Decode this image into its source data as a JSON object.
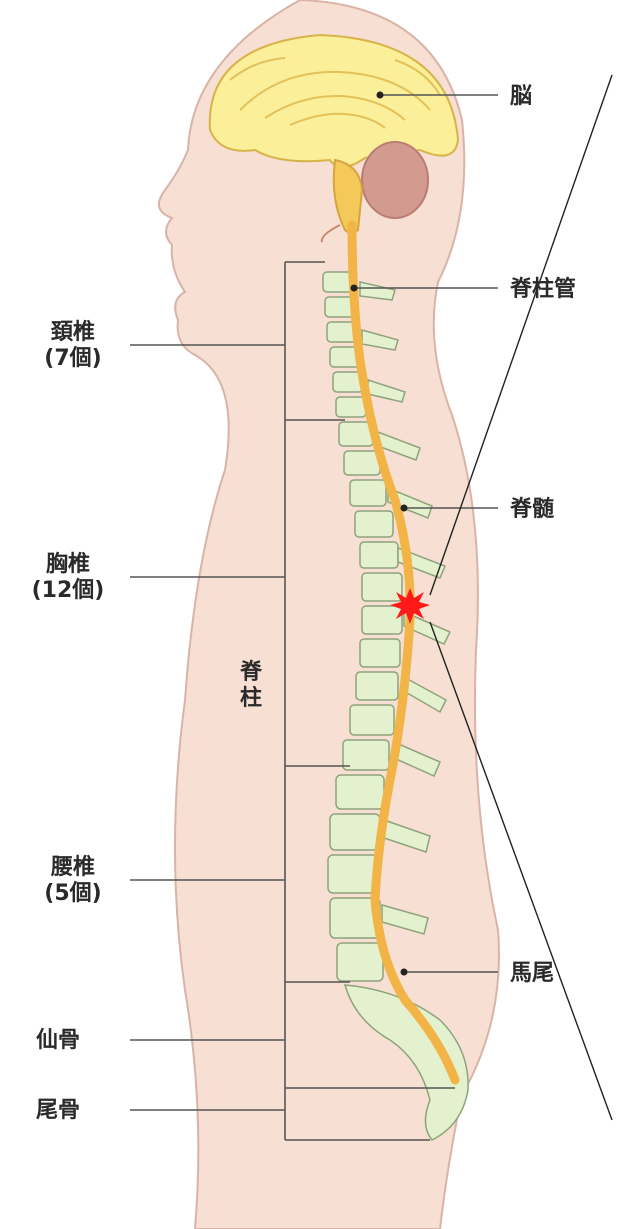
{
  "labels": {
    "brain": "脳",
    "spinal_canal": "脊柱管",
    "spinal_cord": "脊髄",
    "cauda_equina": "馬尾",
    "cervical": {
      "name": "頚椎",
      "count": "(7個)"
    },
    "thoracic": {
      "name": "胸椎",
      "count": "(12個)"
    },
    "lumbar": {
      "name": "腰椎",
      "count": "(5個)"
    },
    "sacrum": "仙骨",
    "coccyx": "尾骨",
    "spine_line1": "脊",
    "spine_line2": "柱"
  },
  "colors": {
    "skin": "#f7dfd3",
    "skin_outline": "#d9b4a6",
    "brain": "#fbef9a",
    "brain_detail": "#e6c85a",
    "cerebellum": "#d39a90",
    "vertebra": "#e3f1cf",
    "vertebra_outline": "#8fa37a",
    "spinal_cord": "#f2b447",
    "lesion_marker": "#ff1a1a",
    "leader_line": "#555555"
  }
}
